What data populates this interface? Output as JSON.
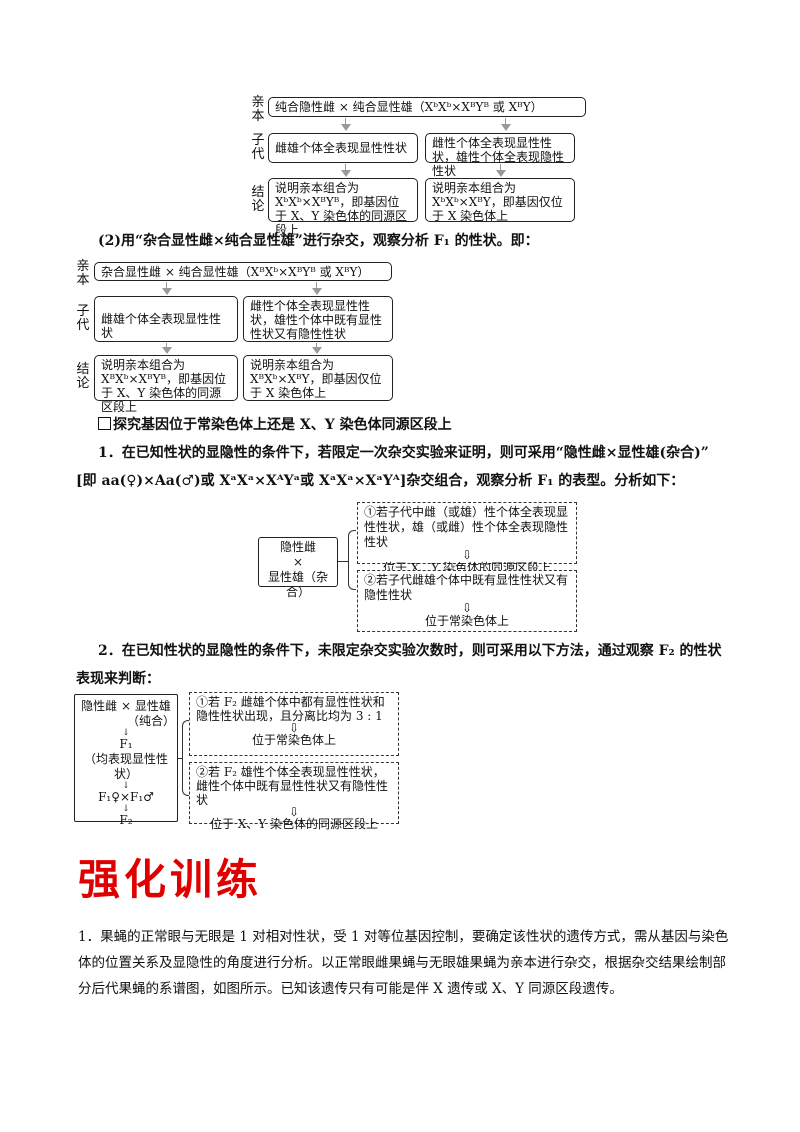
{
  "diagram1": {
    "row_labels": [
      "亲本",
      "子代",
      "结论"
    ],
    "parent": "纯合隐性雌 × 纯合显性雄（XᵇXᵇ×XᴮYᴮ 或 XᴮY）",
    "child_left": "雌雄个体全表现显性性状",
    "child_right": "雌性个体全表现显性性状，雄性个体全表现隐性性状",
    "concl_left": "说明亲本组合为 XᵇXᵇ×XᴮYᴮ，即基因位于 X、Y 染色体的同源区段上",
    "concl_right": "说明亲本组合为 XᵇXᵇ×XᴮY，即基因仅位于 X 染色体上"
  },
  "para2_heading": "(2)用“杂合显性雌×纯合显性雄”进行杂交，观察分析 F₁ 的性状。即：",
  "diagram2": {
    "row_labels": [
      "亲本",
      "子代",
      "结论"
    ],
    "parent": "杂合显性雌 × 纯合显性雄（XᴮXᵇ×XᴮYᴮ 或 XᴮY）",
    "child_left": "雌雄个体全表现显性性状",
    "child_right": "雌性个体全表现显性性状，雄性个体中既有显性性状又有隐性性状",
    "concl_left": "说明亲本组合为 XᴮXᵇ×XᴮYᴮ，即基因位于 X、Y 染色体的同源区段上",
    "concl_right": "说明亲本组合为 XᴮXᵇ×XᴮY，即基因仅位于 X 染色体上"
  },
  "section_heading": "探究基因位于常染色体上还是 X、Y 染色体同源区段上",
  "point1_line1": "1．在已知性状的显隐性的条件下，若限定一次杂交实验来证明，则可采用“隐性雌×显性雄(杂合)”",
  "point1_line2": "[即 aa(♀)×Aa(♂)或 XᵃXᵃ×XᴬYᵃ或 XᵃXᵃ×XᵃYᴬ]杂交组合，观察分析 F₁ 的表型。分析如下：",
  "diagram3": {
    "left": [
      "隐性雌",
      "×",
      "显性雄（杂合）"
    ],
    "top_case": "①若子代中雌（或雄）性个体全表现显性性状，雄（或雌）性个体全表现隐性性状",
    "top_arrow": "⇩",
    "top_result": "位于 X、Y 染色体的同源区段上",
    "bottom_case": "②若子代雌雄个体中既有显性性状又有隐性性状",
    "bottom_arrow": "⇩",
    "bottom_result": "位于常染色体上"
  },
  "point2_line1": "2．在已知性状的显隐性的条件下，未限定杂交实验次数时，则可采用以下方法，通过观察 F₂ 的性状",
  "point2_line2": "表现来判断：",
  "diagram4": {
    "left_line1": "隐性雌 × 显性雄",
    "left_line2": "（纯合）",
    "left_f1": "F₁",
    "left_f1_note": "（均表现显性性状）",
    "left_cross": "F₁♀×F₁♂",
    "left_f2": "F₂",
    "top_case": "①若 F₂ 雌雄个体中都有显性性状和隐性性状出现，且分离比均为 3 : 1",
    "top_arrow": "⇩",
    "top_result": "位于常染色体上",
    "bottom_case": "②若 F₂ 雄性个体全表现显性性状，雌性个体中既有显性性状又有隐性性状",
    "bottom_arrow": "⇩",
    "bottom_result": "位于 X、Y 染色体的同源区段上"
  },
  "practice_title": "强化训练",
  "question1": "1．果蝇的正常眼与无眼是 1 对相对性状，受 1 对等位基因控制，要确定该性状的遗传方式，需从基因与染色体的位置关系及显隐性的角度进行分析。以正常眼雌果蝇与无眼雄果蝇为亲本进行杂交，根据杂交结果绘制部分后代果蝇的系谱图，如图所示。已知该遗传只有可能是伴 X 遗传或 X、Y 同源区段遗传。",
  "colors": {
    "title_red": "#e00000",
    "arrow_gray": "#999999"
  }
}
